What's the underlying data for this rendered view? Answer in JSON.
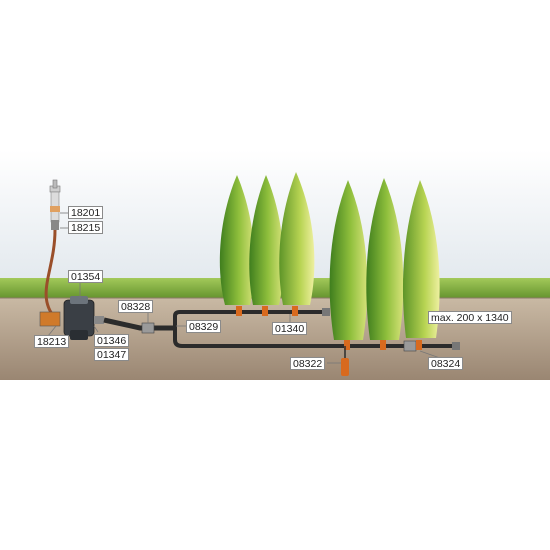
{
  "labels": {
    "part_18201": "18201",
    "part_18215": "18215",
    "part_01354": "01354",
    "part_18213": "18213",
    "part_08328": "08328",
    "part_08329": "08329",
    "part_01340": "01340",
    "part_01346": "01346",
    "part_01347": "01347",
    "part_08322": "08322",
    "part_08324": "08324",
    "max_length": "max. 200 x 1340"
  },
  "colors": {
    "sky": "#e9eef2",
    "grass": "#7fae3a",
    "soil": "#b3a08a",
    "pipe": "#2b2b2b",
    "hose": "#a0522d",
    "tree_dark": "#4d8a23",
    "tree_light": "#c8db5a",
    "dripper": "#d86a1e"
  },
  "icons": {
    "tap": "tap-icon",
    "controller": "water-controller-icon",
    "tree": "cypress-tree-icon",
    "dripper": "dripper-icon"
  }
}
